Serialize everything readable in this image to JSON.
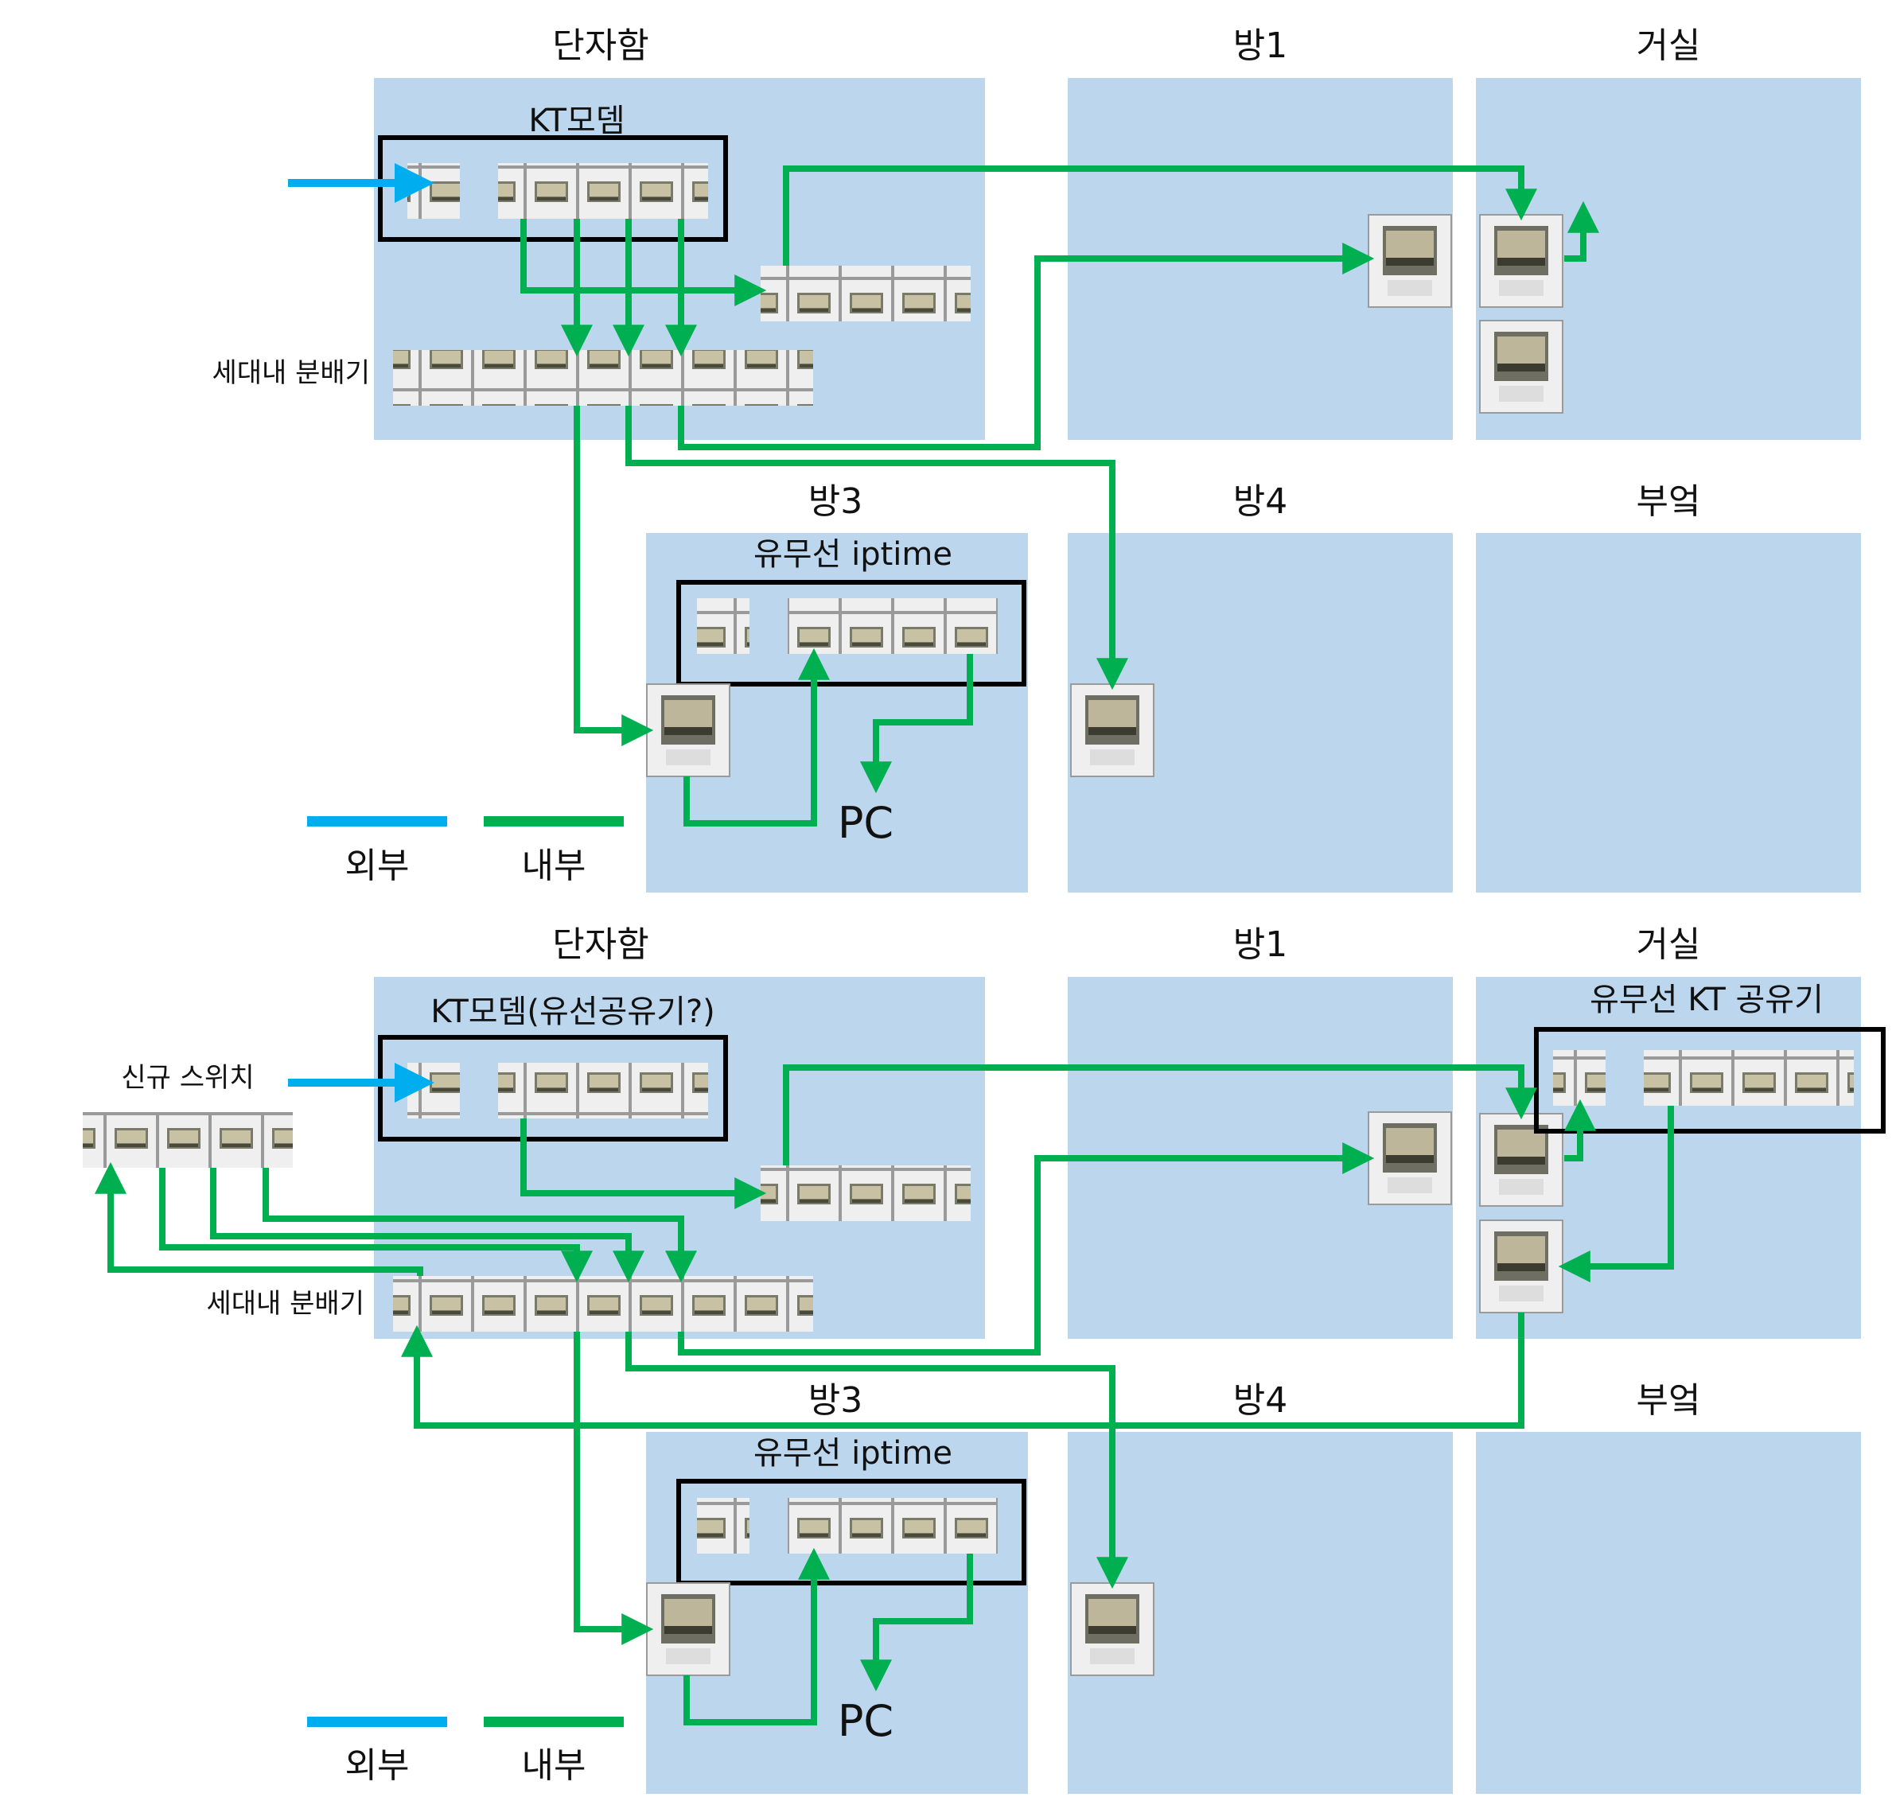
{
  "colors": {
    "room_fill": "#bcd7ed",
    "external_line": "#00aeef",
    "internal_line": "#00b050",
    "device_border": "#000000"
  },
  "diagram_1": {
    "rooms": {
      "terminal_box": "단자함",
      "room1": "방1",
      "living_room": "거실",
      "room3": "방3",
      "room4": "방4",
      "kitchen": "부엌"
    },
    "devices": {
      "kt_modem": "KT모뎀",
      "distributor": "세대내 분배기",
      "iptime": "유무선 iptime",
      "pc": "PC"
    },
    "legend": {
      "external": "외부",
      "internal": "내부"
    }
  },
  "diagram_2": {
    "rooms": {
      "terminal_box": "단자함",
      "room1": "방1",
      "living_room": "거실",
      "room3": "방3",
      "room4": "방4",
      "kitchen": "부엌"
    },
    "devices": {
      "kt_modem": "KT모뎀(유선공유기?)",
      "kt_router": "유무선 KT 공유기",
      "new_switch": "신규 스위치",
      "distributor": "세대내 분배기",
      "iptime": "유무선 iptime",
      "pc": "PC"
    },
    "legend": {
      "external": "외부",
      "internal": "내부"
    }
  }
}
